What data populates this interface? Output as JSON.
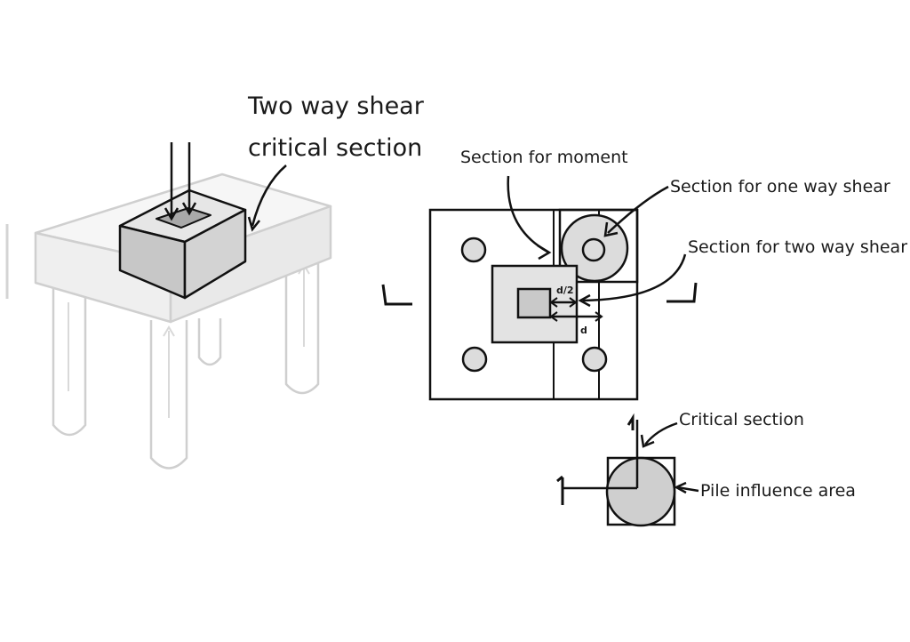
{
  "labels": {
    "two_way_title_line1": "Two way shear",
    "two_way_title_line2": "critical section",
    "section_moment": "Section for moment",
    "section_one_way": "Section for one way shear",
    "section_two_way": "Section for two way shear",
    "dim_half_d": "d/2",
    "dim_d": "d",
    "critical_section": "Critical section",
    "pile_influence": "Pile influence area"
  },
  "colors": {
    "ink": "#111111",
    "ghost_ink": "#c8c8c8",
    "ghost_fill": "#f3f3f3",
    "column_front": "#c9c9c9",
    "column_top": "#e2e2e2",
    "section_fill": "#dcdcdc",
    "pile_fill": "#cfcfcf"
  }
}
